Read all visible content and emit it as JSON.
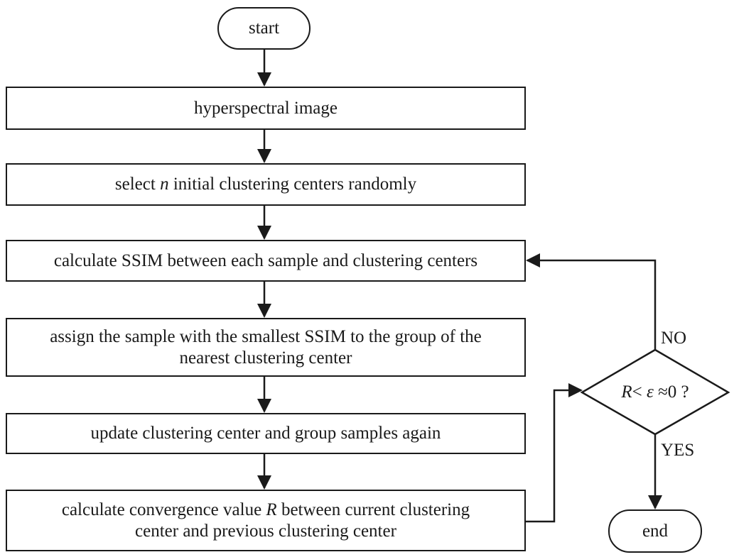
{
  "nodes": {
    "start": "start",
    "hyperspectral_image": "hyperspectral image",
    "select_centers": {
      "before": "select ",
      "var": "n",
      "after": " initial clustering centers randomly"
    },
    "calculate_ssim": "calculate SSIM between each sample and clustering centers",
    "assign": {
      "line1": "assign the sample with the smallest SSIM to the group of the",
      "line2": "nearest clustering center"
    },
    "update": "update clustering center and group samples again",
    "convergence": {
      "line1_before": "calculate convergence value ",
      "line1_var": "R",
      "line1_after": " between current clustering",
      "line2": "center and previous clustering center"
    },
    "decision": {
      "var1": "R",
      "op": "< ",
      "var2": "ε",
      "rest": " ≈0 ?"
    },
    "end": "end"
  },
  "edge_labels": {
    "no": "NO",
    "yes": "YES"
  }
}
